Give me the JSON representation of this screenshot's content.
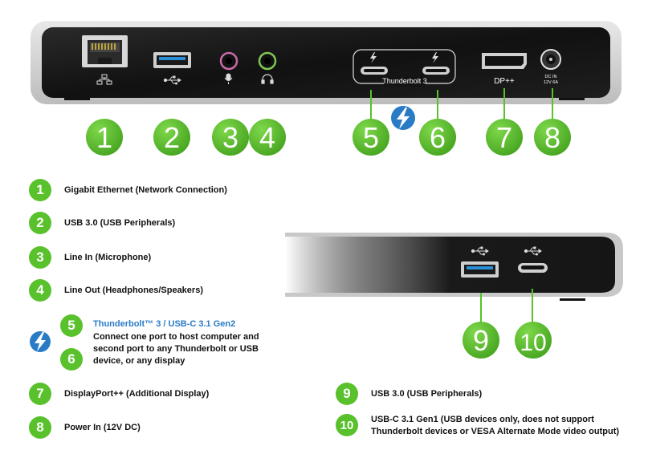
{
  "colors": {
    "accent_green": "#58c12b",
    "thunderbolt_blue": "#2a7bc6",
    "dock_body": "#1c1c1c"
  },
  "front_panel": {
    "thunderbolt_label": "Thunderbolt 3",
    "dp_label": "DP++",
    "dc_label_line1": "DC IN",
    "dc_label_line2": "12V 6A"
  },
  "callouts": [
    "1",
    "2",
    "3",
    "4",
    "5",
    "6",
    "7",
    "8",
    "9",
    "10"
  ],
  "legend": {
    "item1": {
      "num": "1",
      "text": "Gigabit Ethernet (Network Connection)"
    },
    "item2": {
      "num": "2",
      "text": "USB 3.0 (USB Peripherals)"
    },
    "item3": {
      "num": "3",
      "text": "Line In (Microphone)"
    },
    "item4": {
      "num": "4",
      "text": "Line Out (Headphones/Speakers)"
    },
    "item5": {
      "num": "5"
    },
    "item6": {
      "num": "6"
    },
    "thunderbolt_title": "Thunderbolt™ 3 / USB-C 3.1 Gen2",
    "thunderbolt_desc": "Connect one port to host computer and second port to any Thunderbolt or USB device, or any display",
    "item7": {
      "num": "7",
      "text": "DisplayPort++ (Additional Display)"
    },
    "item8": {
      "num": "8",
      "text": "Power In (12V DC)"
    },
    "item9": {
      "num": "9",
      "text": "USB 3.0 (USB Peripherals)"
    },
    "item10": {
      "num": "10",
      "text": "USB-C 3.1 Gen1 (USB devices only, does not support Thunderbolt devices or VESA Alternate Mode video output)"
    }
  }
}
